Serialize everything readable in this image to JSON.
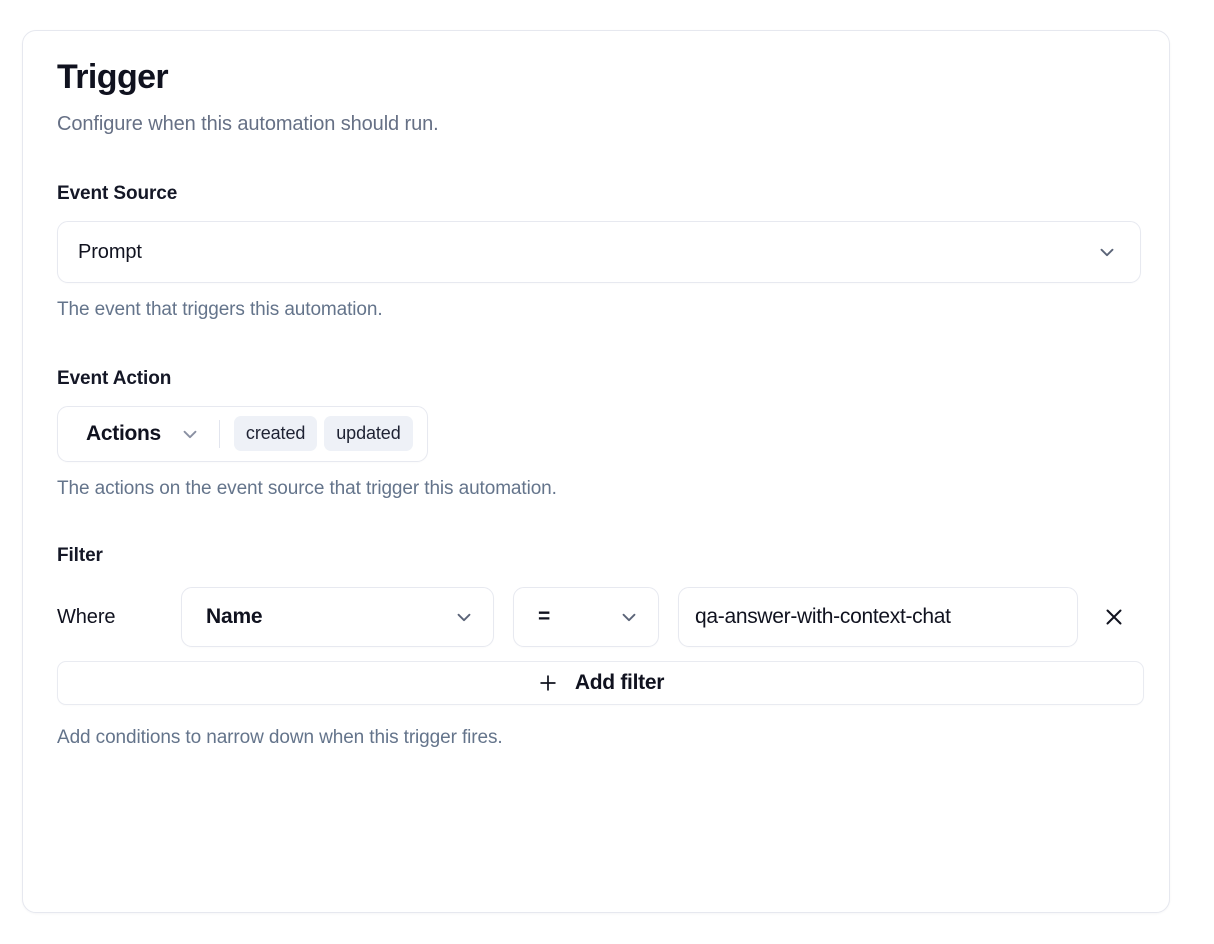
{
  "card": {
    "title": "Trigger",
    "subtitle": "Configure when this automation should run."
  },
  "event_source": {
    "label": "Event Source",
    "selected": "Prompt",
    "help": "The event that triggers this automation.",
    "chevron_icon": "chevron-down-icon"
  },
  "event_action": {
    "label": "Event Action",
    "trigger_label": "Actions",
    "chevron_icon": "chevron-down-icon",
    "chips": [
      "created",
      "updated"
    ],
    "help": "The actions on the event source that trigger this automation."
  },
  "filter": {
    "label": "Filter",
    "where_label": "Where",
    "field_value": "Name",
    "field_chevron_icon": "chevron-down-icon",
    "operator_value": "=",
    "operator_chevron_icon": "chevron-down-icon",
    "value_text": "qa-answer-with-context-chat",
    "remove_icon": "close-icon",
    "add_filter_label": "Add filter",
    "add_filter_icon": "plus-icon",
    "help": "Add conditions to narrow down when this trigger fires."
  },
  "colors": {
    "text_primary": "#10121f",
    "text_muted": "#64748b",
    "border": "#e7e9f0",
    "chip_bg": "#eef1f7",
    "card_bg": "#ffffff"
  }
}
